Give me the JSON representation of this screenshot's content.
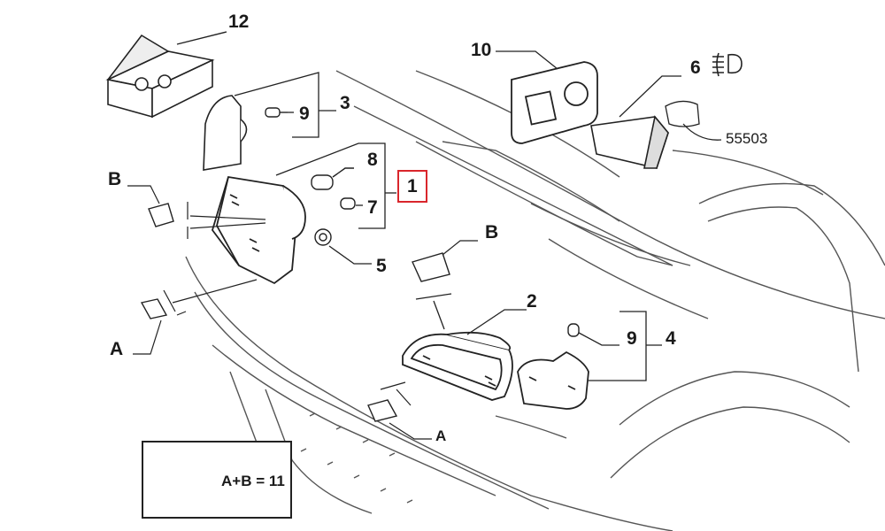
{
  "callouts": {
    "c12": "12",
    "c10": "10",
    "c6": "6",
    "c55503": "55503",
    "c3": "3",
    "c9_top": "9",
    "c8": "8",
    "c1": "1",
    "c7": "7",
    "cB_left": "B",
    "cB_right": "B",
    "c5": "5",
    "c2": "2",
    "c9_right": "9",
    "c4": "4",
    "cA_left": "A",
    "cA_bottom": "A"
  },
  "legend": {
    "text": "A+B = 11"
  },
  "colors": {
    "line": "#2a2a2a",
    "sketch": "#555555",
    "highlight": "#d9262c"
  },
  "icons": {
    "fog_light": "fog-light-icon"
  }
}
